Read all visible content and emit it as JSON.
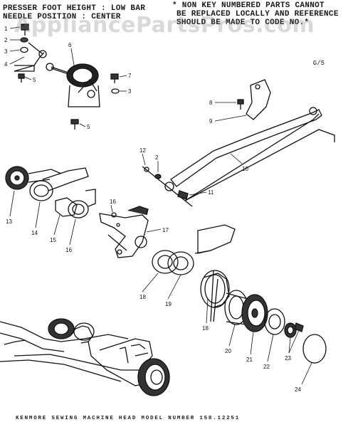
{
  "notes": {
    "presser_line1": "PRESSER FOOT HEIGHT : LOW BAR",
    "presser_line2": "NEEDLE POSITION : CENTER",
    "nonkey_line1": "* NON KEY NUMBERED PARTS CANNOT",
    "nonkey_line2": "BE REPLACED LOCALLY AND REFERENCE",
    "nonkey_line3": "SHOULD BE MADE TO CODE NO.*"
  },
  "page_ref": "G/5",
  "watermark": "AppliancePartsPros.com",
  "caption": "KENMORE SEWING MACHINE HEAD MODEL NUMBER 158.12251",
  "callouts": [
    "1",
    "2",
    "3",
    "4",
    "5",
    "6",
    "7",
    "3",
    "5",
    "8",
    "9",
    "10",
    "11",
    "12",
    "2",
    "13",
    "14",
    "15",
    "16",
    "16",
    "17",
    "18",
    "19",
    "18",
    "20",
    "21",
    "22",
    "23",
    "24"
  ]
}
